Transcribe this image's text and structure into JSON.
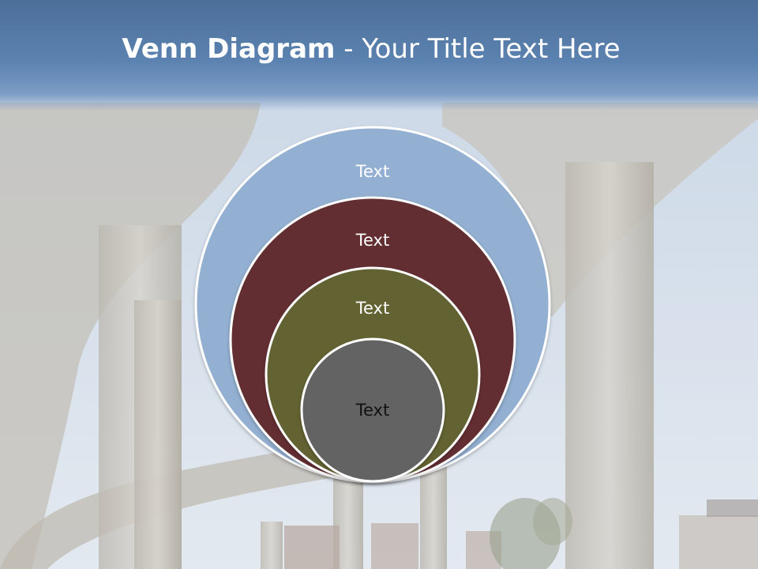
{
  "slide": {
    "title_bold": "Venn Diagram",
    "title_rest": " - Your Title Text Here"
  },
  "diagram": {
    "type": "nested-circles",
    "rings": [
      {
        "label": "Text",
        "fill": "#93afd1",
        "text_color": "#ffffff"
      },
      {
        "label": "Text",
        "fill": "#642f31",
        "text_color": "#ffffff"
      },
      {
        "label": "Text",
        "fill": "#636233",
        "text_color": "#ffffff"
      },
      {
        "label": "Text",
        "fill": "#636363",
        "text_color": "#111111"
      }
    ],
    "outline": "#ffffff"
  },
  "colors": {
    "title_band": "#5a80ae",
    "sky": "#dbe5ef",
    "concrete": "#c8c5bd"
  }
}
